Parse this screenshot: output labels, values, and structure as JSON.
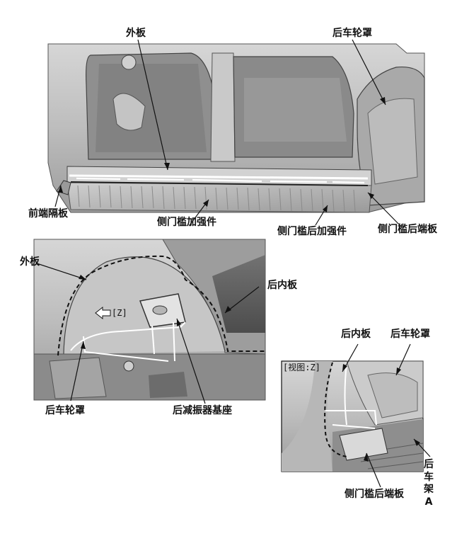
{
  "panel1": {
    "label_outer": "外板",
    "label_rear_wheelhouse": "后车轮罩",
    "label_front_bulkhead": "前端隔板",
    "label_sill_reinforcement": "侧门槛加强件",
    "label_sill_rear_reinforcement": "侧门槛后加强件",
    "label_sill_rear_end": "侧门槛后端板"
  },
  "panel2": {
    "label_outer": "外板",
    "label_rear_inner": "后内板",
    "view_marker": "[Z]",
    "label_rear_wheelhouse": "后车轮罩",
    "label_shock_base": "后减振器基座"
  },
  "panel3": {
    "view_title": "[视图:Z]",
    "label_rear_inner": "后内板",
    "label_rear_wheelhouse": "后车轮罩",
    "label_sill_rear_end": "侧门槛后端板",
    "label_rear_frame": [
      "后",
      "车",
      "架",
      "A"
    ]
  }
}
